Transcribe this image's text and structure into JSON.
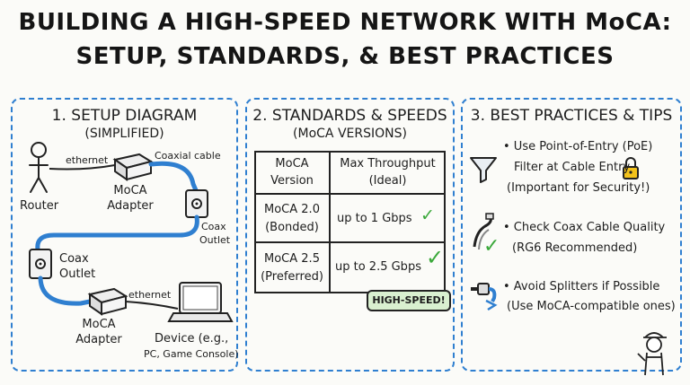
{
  "title": {
    "line1": "BUILDING A HIGH-SPEED NETWORK WITH MoCA:",
    "line2": "SETUP, STANDARDS, & BEST PRACTICES"
  },
  "panel1": {
    "heading": "1. SETUP DIAGRAM",
    "subheading": "(SIMPLIFIED)",
    "labels": {
      "ethernet_top": "ethernet",
      "coaxial_cable": "Coaxial cable",
      "router": "Router",
      "moca_adapter_top_1": "MoCA",
      "moca_adapter_top_2": "Adapter",
      "coax_outlet_right_1": "Coax",
      "coax_outlet_right_2": "Outlet",
      "coax_outlet_left_1": "Coax",
      "coax_outlet_left_2": "Outlet",
      "ethernet_bottom": "ethernet",
      "moca_adapter_bottom_1": "MoCA",
      "moca_adapter_bottom_2": "Adapter",
      "device_1": "Device (e.g.,",
      "device_2": "PC, Game Console)"
    }
  },
  "panel2": {
    "heading": "2. STANDARDS & SPEEDS",
    "subheading": "(MoCA VERSIONS)",
    "table": {
      "header_version_1": "MoCA",
      "header_version_2": "Version",
      "header_throughput_1": "Max Throughput",
      "header_throughput_2": "(Ideal)",
      "row1_version_1": "MoCA 2.0",
      "row1_version_2": "(Bonded)",
      "row1_speed": "up to 1 Gbps",
      "row2_version_1": "MoCA 2.5",
      "row2_version_2": "(Preferred)",
      "row2_speed": "up to 2.5 Gbps"
    },
    "badge": "HIGH-SPEED!"
  },
  "panel3": {
    "heading": "3. BEST PRACTICES & TIPS",
    "tip1_line1": "• Use Point-of-Entry (PoE)",
    "tip1_line2": "Filter at Cable Entry",
    "tip1_line3": "(Important for Security!)",
    "tip2_line1": "• Check Coax Cable Quality",
    "tip2_line2": "(RG6 Recommended)",
    "tip3_line1": "• Avoid Splitters if Possible",
    "tip3_line2": "(Use MoCA-compatible ones)"
  },
  "colors": {
    "accent_blue": "#2f7fd0",
    "check_green": "#3aa83a",
    "badge_fill": "#d9f0d0",
    "lock_yellow": "#f2c21b"
  }
}
